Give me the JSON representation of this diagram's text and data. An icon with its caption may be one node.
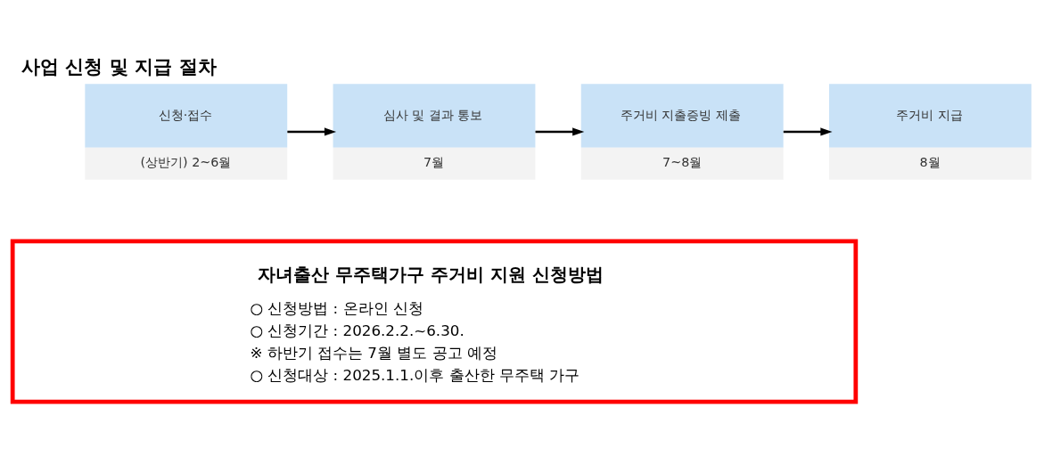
{
  "diagram": {
    "title": "사업 신청 및 지급 절차",
    "nodes": [
      {
        "text": [
          "신청·접수",
          "(상반기) 2~6월"
        ]
      },
      {
        "text": [
          "심사 및 결과 통보",
          "7월"
        ]
      },
      {
        "text": [
          "주거비 지출증빙 제출",
          "7~8월"
        ]
      },
      {
        "text": [
          "주거비 지급",
          "8월"
        ]
      },
      {
        "text": [
          "자녀출산 무주택가구 주거비 지원 신청방법",
          "○ 신청방법 : 온라인 신청",
          "○ 신청기간 : 2026.2.2.~6.30.",
          "※ 하반기 접수는 7월 별도 공고 예정",
          "○ 신청대상 : 2025.1.1.이후 출산한 무주택 가구"
        ]
      }
    ],
    "edges": [
      {
        "from": 0,
        "to": 1,
        "arrow": "to"
      },
      {
        "from": 1,
        "to": 2,
        "arrow": "to"
      },
      {
        "from": 2,
        "to": 3,
        "arrow": "to"
      }
    ]
  }
}
